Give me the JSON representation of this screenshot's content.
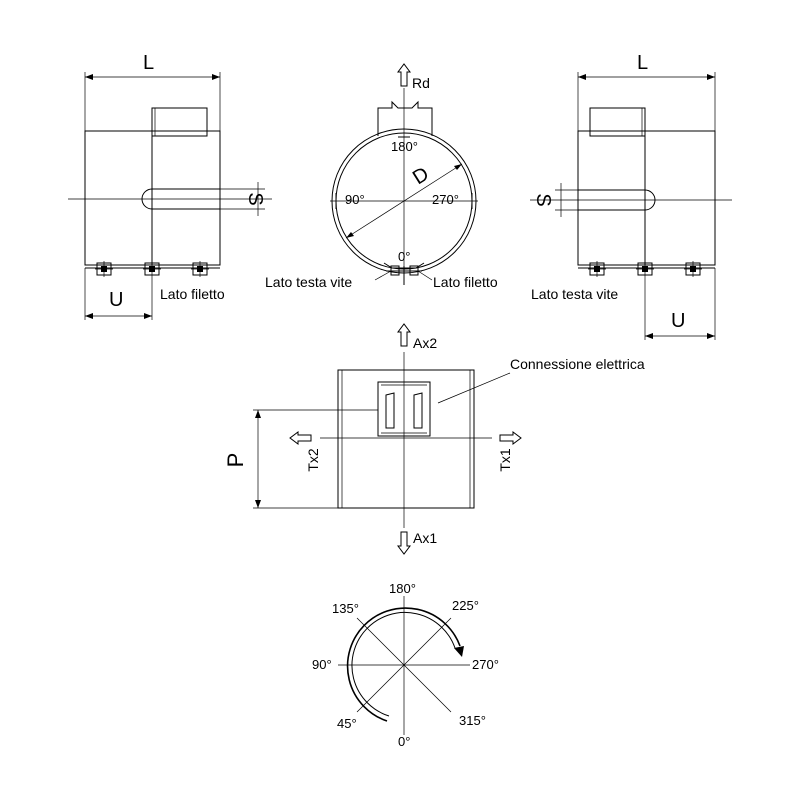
{
  "dimensions": {
    "L": "L",
    "S": "S",
    "U": "U",
    "D": "D",
    "P": "P"
  },
  "labels": {
    "lato_filetto": "Lato filetto",
    "lato_testa_vite": "Lato testa vite",
    "connessione_elettrica": "Connessione elettrica"
  },
  "forces": {
    "rd": "Rd",
    "ax1": "Ax1",
    "ax2": "Ax2",
    "tx1": "Tx1",
    "tx2": "Tx2"
  },
  "front_angles": {
    "a180": "180°",
    "a90": "90°",
    "a270": "270°",
    "a0": "0°"
  },
  "compass_angles": {
    "a180": "180°",
    "a135": "135°",
    "a225": "225°",
    "a90": "90°",
    "a270": "270°",
    "a45": "45°",
    "a315": "315°",
    "a0": "0°"
  }
}
